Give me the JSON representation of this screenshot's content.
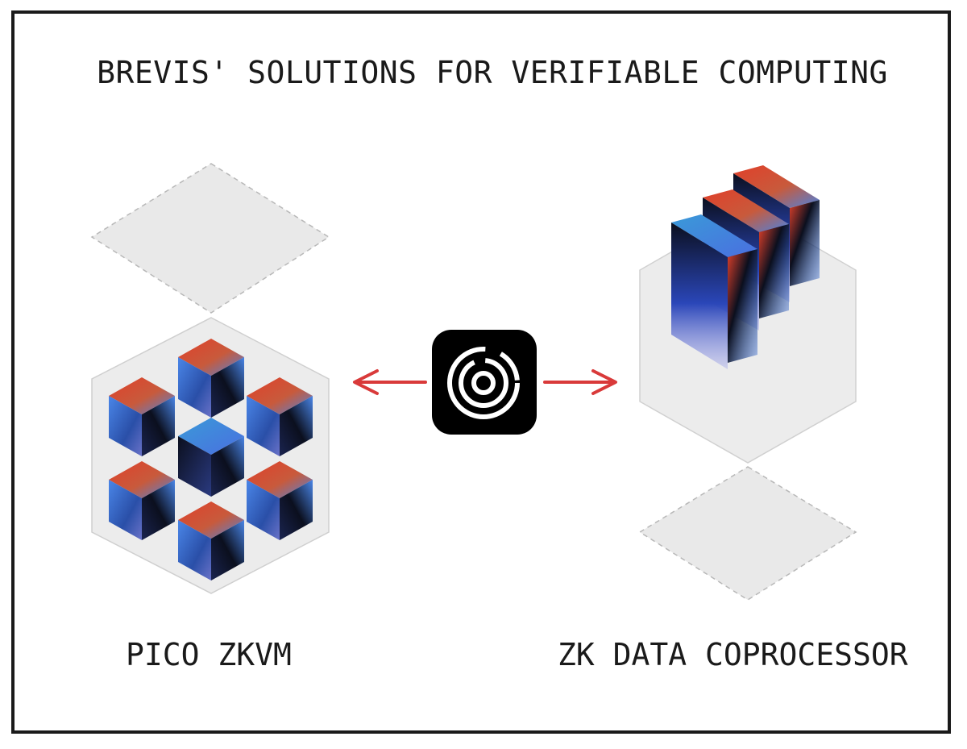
{
  "title": "BREVIS' SOLUTIONS FOR VERIFIABLE COMPUTING",
  "left": {
    "label": "PICO ZKVM"
  },
  "right": {
    "label": "ZK DATA COPROCESSOR"
  },
  "colors": {
    "frame": "#1a1a1a",
    "arrow": "#d93a3a",
    "panel": "#e8e8e8",
    "logo_bg": "#000000",
    "cube_red": "#e0402a",
    "cube_blue": "#3a6fd8",
    "cube_dark": "#0b0f1e"
  },
  "icons": [
    "brevis-logo-icon",
    "arrow-left-icon",
    "arrow-right-icon"
  ]
}
